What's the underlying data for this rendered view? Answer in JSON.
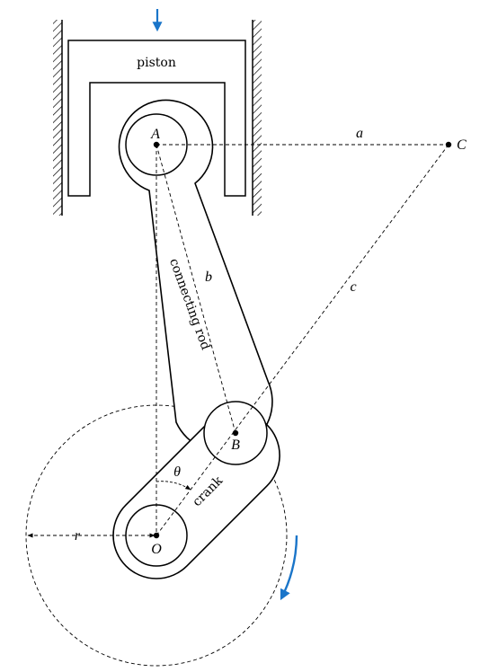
{
  "labels": {
    "piston": "piston",
    "connecting_rod": "connecting rod",
    "crank": "crank",
    "point_a": "A",
    "point_b": "B",
    "point_c": "C",
    "point_o": "O",
    "length_a": "a",
    "length_b": "b",
    "length_c": "c",
    "radius_r": "r",
    "angle_theta": "θ"
  },
  "colors": {
    "line": "#000000",
    "dashed": "#000000",
    "accent_arrow": "#1a75c9",
    "background": "#ffffff"
  },
  "icons": {
    "piston_force_arrow": "down-arrow-icon",
    "rotation_arrow": "curved-arrow-icon"
  }
}
